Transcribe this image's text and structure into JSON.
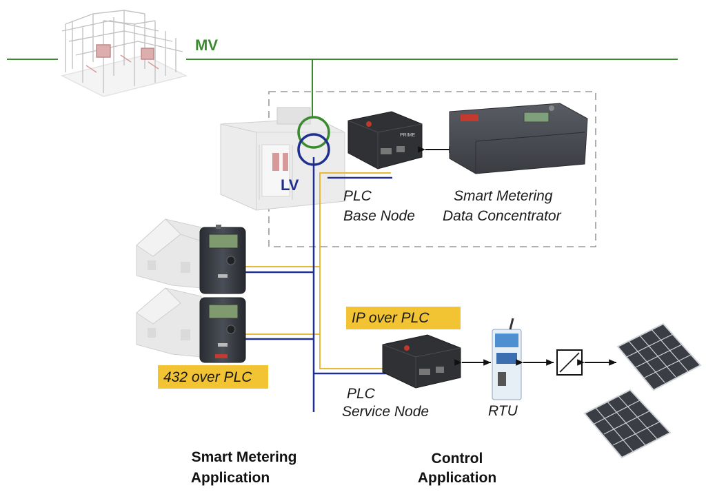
{
  "labels": {
    "mv": "MV",
    "lv": "LV",
    "base_node_line1": "PLC",
    "base_node_line2": "Base Node",
    "concentrator_line1": "Smart Metering",
    "concentrator_line2": "Data Concentrator",
    "service_node_line1": "PLC",
    "service_node_line2": "Service Node",
    "rtu": "RTU",
    "ip_over_plc": "IP over PLC",
    "p432_over_plc": "432 over PLC",
    "smart_metering_app_line1": "Smart Metering",
    "smart_metering_app_line2": "Application",
    "control_app_line1": "Control",
    "control_app_line2": "Application"
  },
  "device_text": {
    "prime_label": "PRIME"
  },
  "colors": {
    "mv_line": "#3a8a2e",
    "lv_line": "#1f2f8f",
    "plc_line": "#e8b83a",
    "tag_fill": "#f2c433",
    "dashed_box": "#999999"
  },
  "icons": [
    "substation-icon",
    "transformer-cabinet-icon",
    "plc-modem-icon",
    "data-concentrator-icon",
    "house-icon",
    "smart-meter-icon",
    "rtu-icon",
    "inverter-icon",
    "solar-panel-icon"
  ]
}
